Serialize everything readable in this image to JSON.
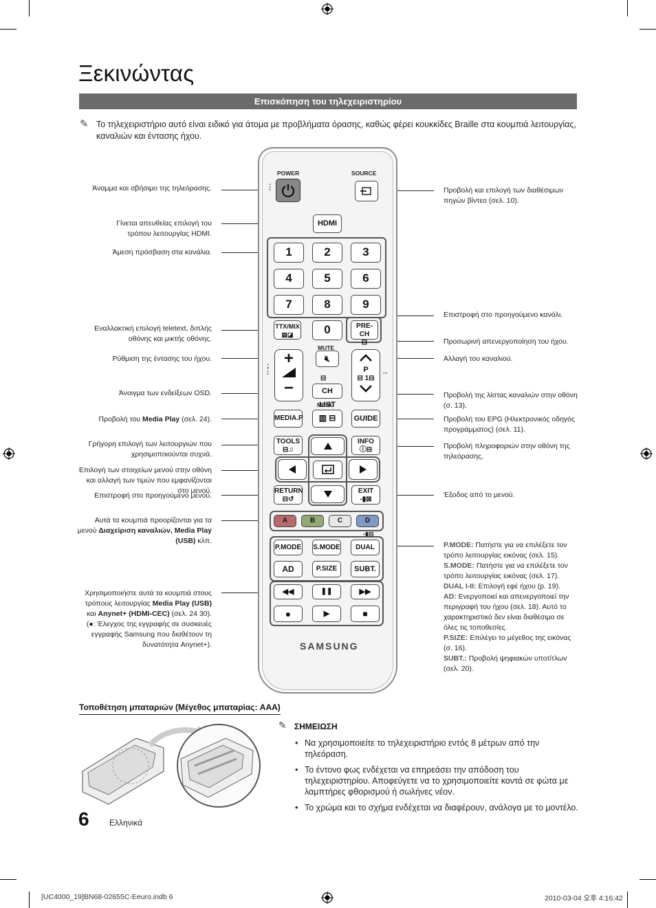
{
  "page": {
    "title": "Ξεκινώντας",
    "section_title": "Επισκόπηση του τηλεχειριστηρίου",
    "intro": "Το τηλεχειριστήριο αυτό είναι ειδικό για άτομα με προβλήματα όρασης, καθώς φέρει κουκκίδες Braille στα κουμπιά λειτουργίας, καναλιών και έντασης ήχου.",
    "page_number": "6",
    "language": "Ελληνικά"
  },
  "left_labels": [
    "Άναμμα και σβήσιμο της τηλεόρασης.",
    "Γίνεται απευθείας επιλογή του τρόπου λειτουργίας HDMI.",
    "Άμεση πρόσβαση στα κανάλια.",
    "Εναλλακτική επιλογή teletext, διπλής οθόνης και μικτής οθόνης.",
    "Ρύθμιση της έντασης του ήχου.",
    "Άνοιγμα των ενδείξεων OSD.",
    "Γρήγορη επιλογή των λειτουργιών που χρησιμοποιούνται συχνά.",
    "Επιλογή των στοιχείων μενού στην οθόνη και αλλαγή των τιμών που εμφανίζονται στο μενού.",
    "Επιστροφή στο προηγούμενο μενού."
  ],
  "left_media": {
    "pre": "Προβολή του ",
    "bold": "Media Play",
    "post": " (σελ. 24)."
  },
  "left_colored": {
    "pre": "Αυτά τα κουμπιά προορίζονται για τα μενού ",
    "bold": "Διαχείριση καναλιών, Media Play (USB)",
    "post": " κλπ."
  },
  "left_playback": {
    "p1": "Χρησιμοποιήστε αυτά τα κουμπιά στους τρόπους λειτουργίας ",
    "b1": "Media Play (USB)",
    "p2": " και ",
    "b2": "Anynet+ (HDMI-CEC)",
    "p3": " (σελ. 24 30).",
    "p4": "(●: Έλεγχος της εγγραφής σε συσκευές εγγραφής Samsung που διαθέτουν τη δυνατότητα Anynet+)."
  },
  "right_labels": [
    "Προβολή και επιλογή των διαθέσιμων πηγών βίντεο (σελ. 10).",
    "Επιστροφή στο προηγούμενο κανάλι.",
    "Προσωρινή απενεργοποίηση του ήχου.",
    "Αλλαγή του καναλιού.",
    "Προβολή της λίστας καναλιών στην οθόνη (σ. 13).",
    "Προβολή του EPG (Ηλεκτρονικός οδηγός προγράμματος) (σελ. 11).",
    "Προβολή πληροφοριών στην οθόνη της τηλεόρασης.",
    "Έξοδος από το μενού."
  ],
  "right_modes": [
    {
      "key": "P.MODE:",
      "text": " Πατήστε για να επιλέξετε τον τρόπο λειτουργίας εικόνας (σελ. 15)."
    },
    {
      "key": "S.MODE:",
      "text": " Πατήστε για να επιλέξετε τον τρόπο λειτουργίας εικόνας (σελ. 17)."
    },
    {
      "key": "DUAL I-II:",
      "text": " Επιλογή εφέ ήχου (p. 19)."
    },
    {
      "key": "AD:",
      "text": " Ενεργοποιεί και απενεργοποιεί την περιγραφή του ήχου (σελ. 18). Αυτό το χαρακτηριστικό δεν είναι διαθέσιμο σε όλες τις τοποθεσίες."
    },
    {
      "key": "P.SIZE:",
      "text": " Επιλέγει το μέγεθος της εικόνας (σ. 16)."
    },
    {
      "key": "SUBT.:",
      "text": " Προβολή ψηφιακών υποτίτλων (σελ. 20)."
    }
  ],
  "remote": {
    "power": "POWER",
    "source": "SOURCE",
    "hdmi": "HDMI",
    "digits": [
      "1",
      "2",
      "3",
      "4",
      "5",
      "6",
      "7",
      "8",
      "9"
    ],
    "zero": "0",
    "ttx": "TTX/MIX",
    "prech": "PRE-CH",
    "mute": "MUTE",
    "p": "P",
    "chlist": "CH LIST",
    "menu": "MENU",
    "mediap": "MEDIA.P",
    "guide": "GUIDE",
    "tools": "TOOLS",
    "info": "INFO",
    "return": "RETURN",
    "exit": "EXIT",
    "colors": [
      "A",
      "B",
      "C",
      "D"
    ],
    "pmode": "P.MODE",
    "smode": "S.MODE",
    "dual": "DUAL",
    "ad": "AD",
    "psize": "P.SIZE",
    "subt": "SUBT.",
    "brand": "SAMSUNG"
  },
  "battery": {
    "heading": "Τοποθέτηση μπαταριών (Μέγεθος μπαταρίας: AAA)",
    "note_heading": "ΣΗΜΕΙΩΣΗ",
    "notes": [
      "Να χρησιμοποιείτε το τηλεχειριστήριο εντός 8 μέτρων από την τηλεόραση.",
      "Το έντονο φως ενδέχεται να επηρεάσει την απόδοση του τηλεχειριστηρίου. Αποφεύγετε να το χρησιμοποιείτε κοντά σε φώτα με λαμπτήρες φθορισμού ή σωλήνες νέον.",
      "Το χρώμα και το σχήμα ενδέχεται να διαφέρουν, ανάλογα με το μοντέλο."
    ]
  },
  "footer": {
    "file": "[UC4000_19]BN68-02655C-Eeuro.indb   6",
    "date": "2010-03-04   오후 4:16:42"
  },
  "colors": {
    "section_bar": "#6b6b6b",
    "color_a": "#c0504d",
    "color_b": "#7f9f5a",
    "color_c": "#e8e8e8",
    "color_d": "#5b7fb4"
  }
}
